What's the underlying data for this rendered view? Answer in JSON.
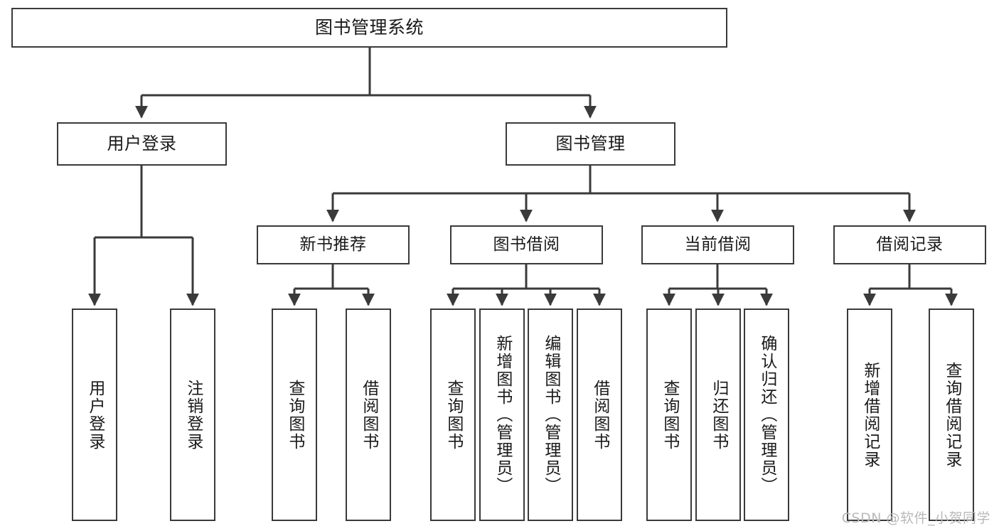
{
  "diagram": {
    "title": "图书管理系统",
    "watermark": "CSDN @软件_小贺同学",
    "colors": {
      "stroke": "#3a3a3a",
      "fill": "#ffffff",
      "text": "#1a1a1a",
      "watermark": "#b9b9b9"
    },
    "nodes": {
      "root": {
        "label": "图书管理系统"
      },
      "user_login": {
        "label": "用户登录"
      },
      "book_manage": {
        "label": "图书管理"
      },
      "new_book_rec": {
        "label": "新书推荐"
      },
      "book_borrow": {
        "label": "图书借阅"
      },
      "current_borrow": {
        "label": "当前借阅"
      },
      "borrow_record": {
        "label": "借阅记录"
      },
      "leaf_user_login": {
        "label": "用户登录"
      },
      "leaf_logout": {
        "label": "注销登录"
      },
      "leaf_query_book_1": {
        "label": "查询图书"
      },
      "leaf_borrow_book_1": {
        "label": "借阅图书"
      },
      "leaf_query_book_2": {
        "label": "查询图书"
      },
      "leaf_add_book": {
        "label": "新增图书（管理员）"
      },
      "leaf_edit_book": {
        "label": "编辑图书（管理员）"
      },
      "leaf_borrow_book_2": {
        "label": "借阅图书"
      },
      "leaf_query_book_3": {
        "label": "查询图书"
      },
      "leaf_return_book": {
        "label": "归还图书"
      },
      "leaf_confirm_return": {
        "label": "确认归还（管理员）"
      },
      "leaf_add_record": {
        "label": "新增借阅记录"
      },
      "leaf_query_record": {
        "label": "查询借阅记录"
      }
    }
  },
  "chart_data": {
    "type": "tree-diagram",
    "title": "图书管理系统",
    "levels": 4,
    "tree": {
      "label": "图书管理系统",
      "children": [
        {
          "label": "用户登录",
          "children": [
            {
              "label": "用户登录",
              "children": []
            },
            {
              "label": "注销登录",
              "children": []
            }
          ]
        },
        {
          "label": "图书管理",
          "children": [
            {
              "label": "新书推荐",
              "children": [
                {
                  "label": "查询图书",
                  "children": []
                },
                {
                  "label": "借阅图书",
                  "children": []
                }
              ]
            },
            {
              "label": "图书借阅",
              "children": [
                {
                  "label": "查询图书",
                  "children": []
                },
                {
                  "label": "新增图书（管理员）",
                  "children": []
                },
                {
                  "label": "编辑图书（管理员）",
                  "children": []
                },
                {
                  "label": "借阅图书",
                  "children": []
                }
              ]
            },
            {
              "label": "当前借阅",
              "children": [
                {
                  "label": "查询图书",
                  "children": []
                },
                {
                  "label": "归还图书",
                  "children": []
                },
                {
                  "label": "确认归还（管理员）",
                  "children": []
                }
              ]
            },
            {
              "label": "借阅记录",
              "children": [
                {
                  "label": "新增借阅记录",
                  "children": []
                },
                {
                  "label": "查询借阅记录",
                  "children": []
                }
              ]
            }
          ]
        }
      ]
    }
  }
}
